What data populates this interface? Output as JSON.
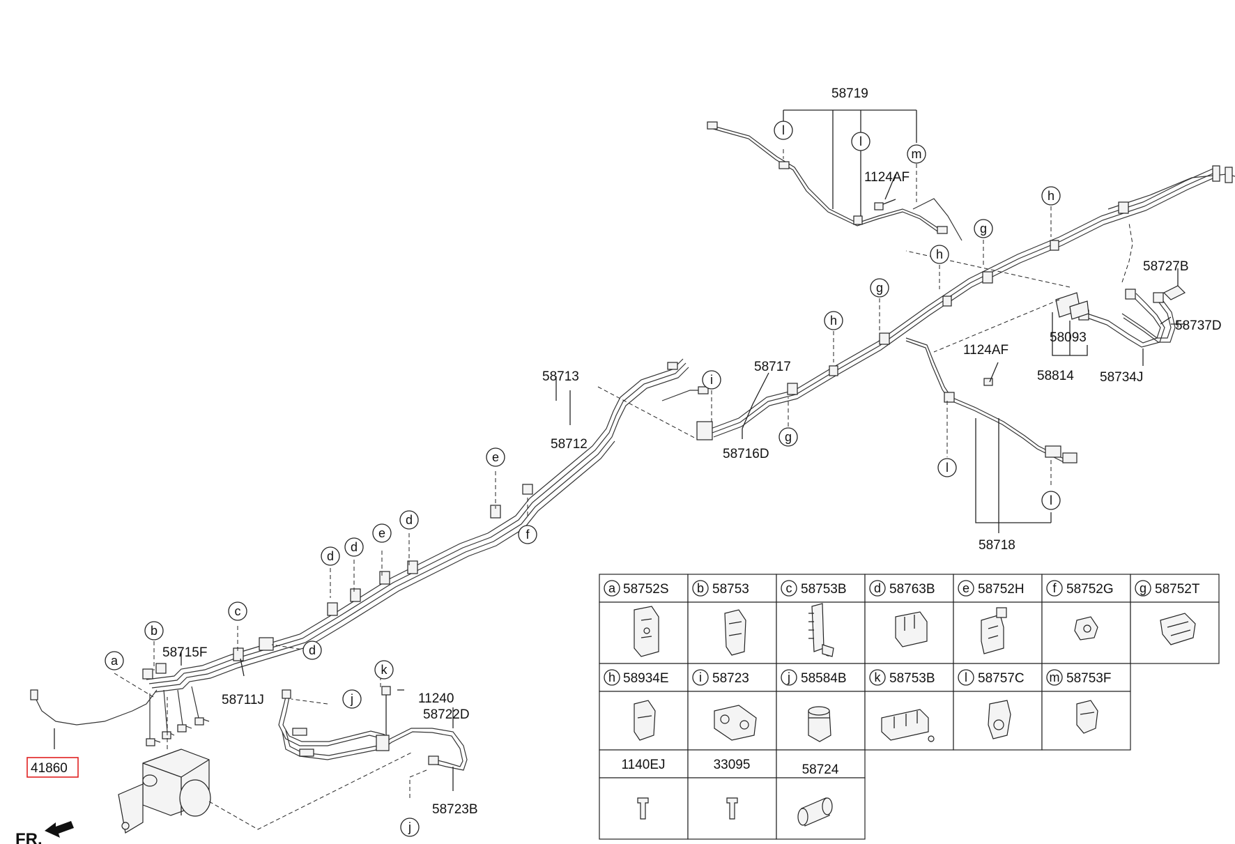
{
  "part_numbers": {
    "p58719": "58719",
    "p1124AF_top": "1124AF",
    "p58727B": "58727B",
    "p58737D": "58737D",
    "p58093": "58093",
    "p58814": "58814",
    "p58734J": "58734J",
    "p1124AF_mid": "1124AF",
    "p58717": "58717",
    "p58716D": "58716D",
    "p58713": "58713",
    "p58712": "58712",
    "p58718": "58718",
    "p58715F": "58715F",
    "p58711J": "58711J",
    "p11240": "11240",
    "p58722D": "58722D",
    "p58723B": "58723B",
    "p41860": "41860",
    "fr": "FR."
  },
  "callouts": {
    "a": "a",
    "b": "b",
    "c": "c",
    "d": "d",
    "e": "e",
    "f": "f",
    "g": "g",
    "h": "h",
    "i": "i",
    "j": "j",
    "k": "k",
    "l": "l",
    "m": "m"
  },
  "legend_table": {
    "row1": [
      {
        "key": "a",
        "part": "58752S"
      },
      {
        "key": "b",
        "part": "58753"
      },
      {
        "key": "c",
        "part": "58753B"
      },
      {
        "key": "d",
        "part": "58763B"
      },
      {
        "key": "e",
        "part": "58752H"
      },
      {
        "key": "f",
        "part": "58752G"
      },
      {
        "key": "g",
        "part": "58752T"
      }
    ],
    "row2": [
      {
        "key": "h",
        "part": "58934E"
      },
      {
        "key": "i",
        "part": "58723"
      },
      {
        "key": "j",
        "part": "58584B"
      },
      {
        "key": "k",
        "part": "58753B"
      },
      {
        "key": "l",
        "part": "58757C"
      },
      {
        "key": "m",
        "part": "58753F"
      }
    ],
    "row3": [
      {
        "part": "1140EJ"
      },
      {
        "part": "33095"
      },
      {
        "part": "58724"
      }
    ]
  },
  "highlight_color": "#e02020"
}
